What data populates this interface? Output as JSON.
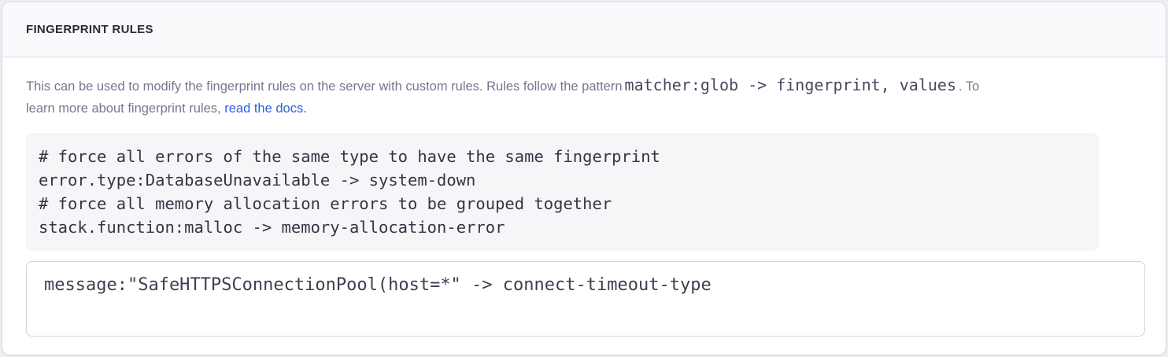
{
  "panel": {
    "title": "FINGERPRINT RULES",
    "description": {
      "line1_text": "This can be used to modify the fingerprint rules on the server with custom rules. Rules follow the pattern",
      "line1_code": "matcher:glob -> fingerprint, values",
      "line1_suffix": ". To",
      "line2_text": "learn more about fingerprint rules,",
      "link_text": "read the docs."
    },
    "example_rules": "# force all errors of the same type to have the same fingerprint\nerror.type:DatabaseUnavailable -> system-down\n# force all memory allocation errors to be grouped together\nstack.function:malloc -> memory-allocation-error",
    "rules_input": {
      "value": "message:\"SafeHTTPSConnectionPool(host=*\" -> connect-timeout-type"
    },
    "colors": {
      "link_blue": "#2c62d9",
      "panel_border": "#ddd8e4",
      "header_background": "#faf9fb",
      "code_block_background": "#f6f5f8",
      "title_text": "#2f2936",
      "description_text": "#7c7490",
      "code_text": "#3a3345"
    }
  }
}
